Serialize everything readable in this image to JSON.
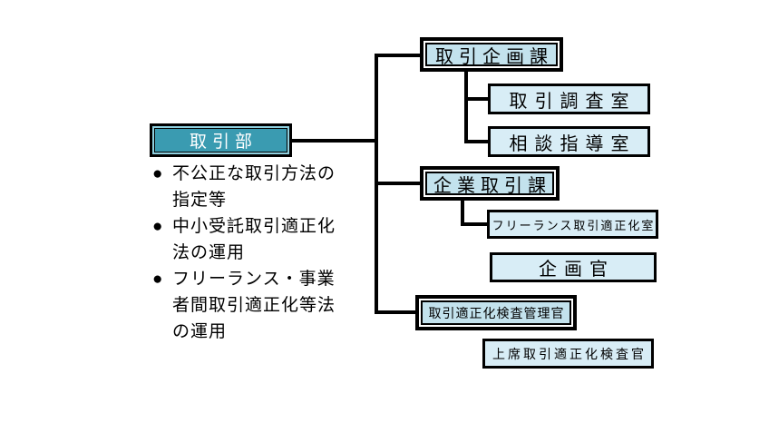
{
  "org": {
    "department": {
      "label": "取引部"
    },
    "responsibilities": {
      "items": [
        {
          "bullet": "●",
          "text": "不公正な取引方法の\n指定等"
        },
        {
          "bullet": "●",
          "text": "中小受託取引適正化\n法の運用"
        },
        {
          "bullet": "●",
          "text": "フリーランス・事業\n者間取引適正化等法\nの運用"
        }
      ]
    },
    "divisions": [
      {
        "label": "取引企画課"
      },
      {
        "label": "企業取引課"
      },
      {
        "label": "取引適正化検査管理官"
      }
    ],
    "offices": [
      {
        "label": "取引調査室"
      },
      {
        "label": "相談指導室"
      },
      {
        "label": "フリーランス取引適正化室"
      },
      {
        "label": "企画官"
      },
      {
        "label": "上席取引適正化検査官"
      }
    ]
  },
  "colors": {
    "department_fill": "#3a9bb1",
    "department_text": "#ffffff",
    "department_border_gap": "#8fd0df",
    "division_fill": "#c3e2ed",
    "office_fill": "#d8edf6",
    "line": "#000000",
    "background": "#ffffff"
  }
}
